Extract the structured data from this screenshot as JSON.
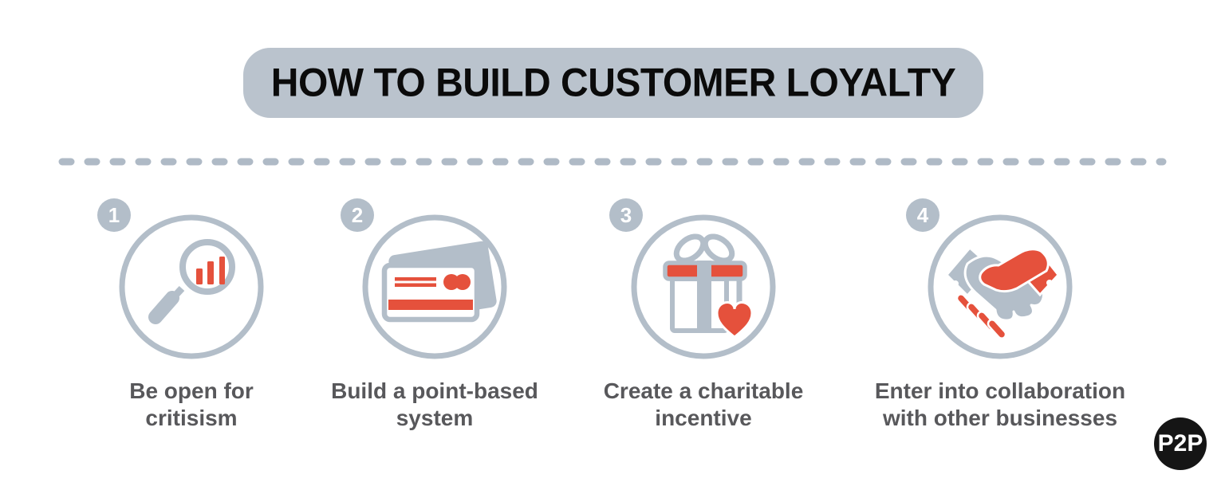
{
  "title": {
    "text": "HOW TO BUILD CUSTOMER LOYALTY"
  },
  "steps": [
    {
      "number": "1",
      "label": "Be open for\ncritisism",
      "icon": "magnifier-bar-chart-icon"
    },
    {
      "number": "2",
      "label": "Build a point-based\nsystem",
      "icon": "credit-card-icon"
    },
    {
      "number": "3",
      "label": "Create a charitable\nincentive",
      "icon": "gift-heart-icon"
    },
    {
      "number": "4",
      "label": "Enter into collaboration\nwith other businesses",
      "icon": "handshake-icon"
    }
  ],
  "logo": {
    "text": "P2P"
  },
  "colors": {
    "banner_gray": "#BAC3CD",
    "accent_gray": "#B3BEC9",
    "accent_red": "#E5513C",
    "title_text": "#0B0B0B",
    "caption_text": "#58585B",
    "logo_background": "#151515",
    "logo_text": "#FFFFFF"
  }
}
